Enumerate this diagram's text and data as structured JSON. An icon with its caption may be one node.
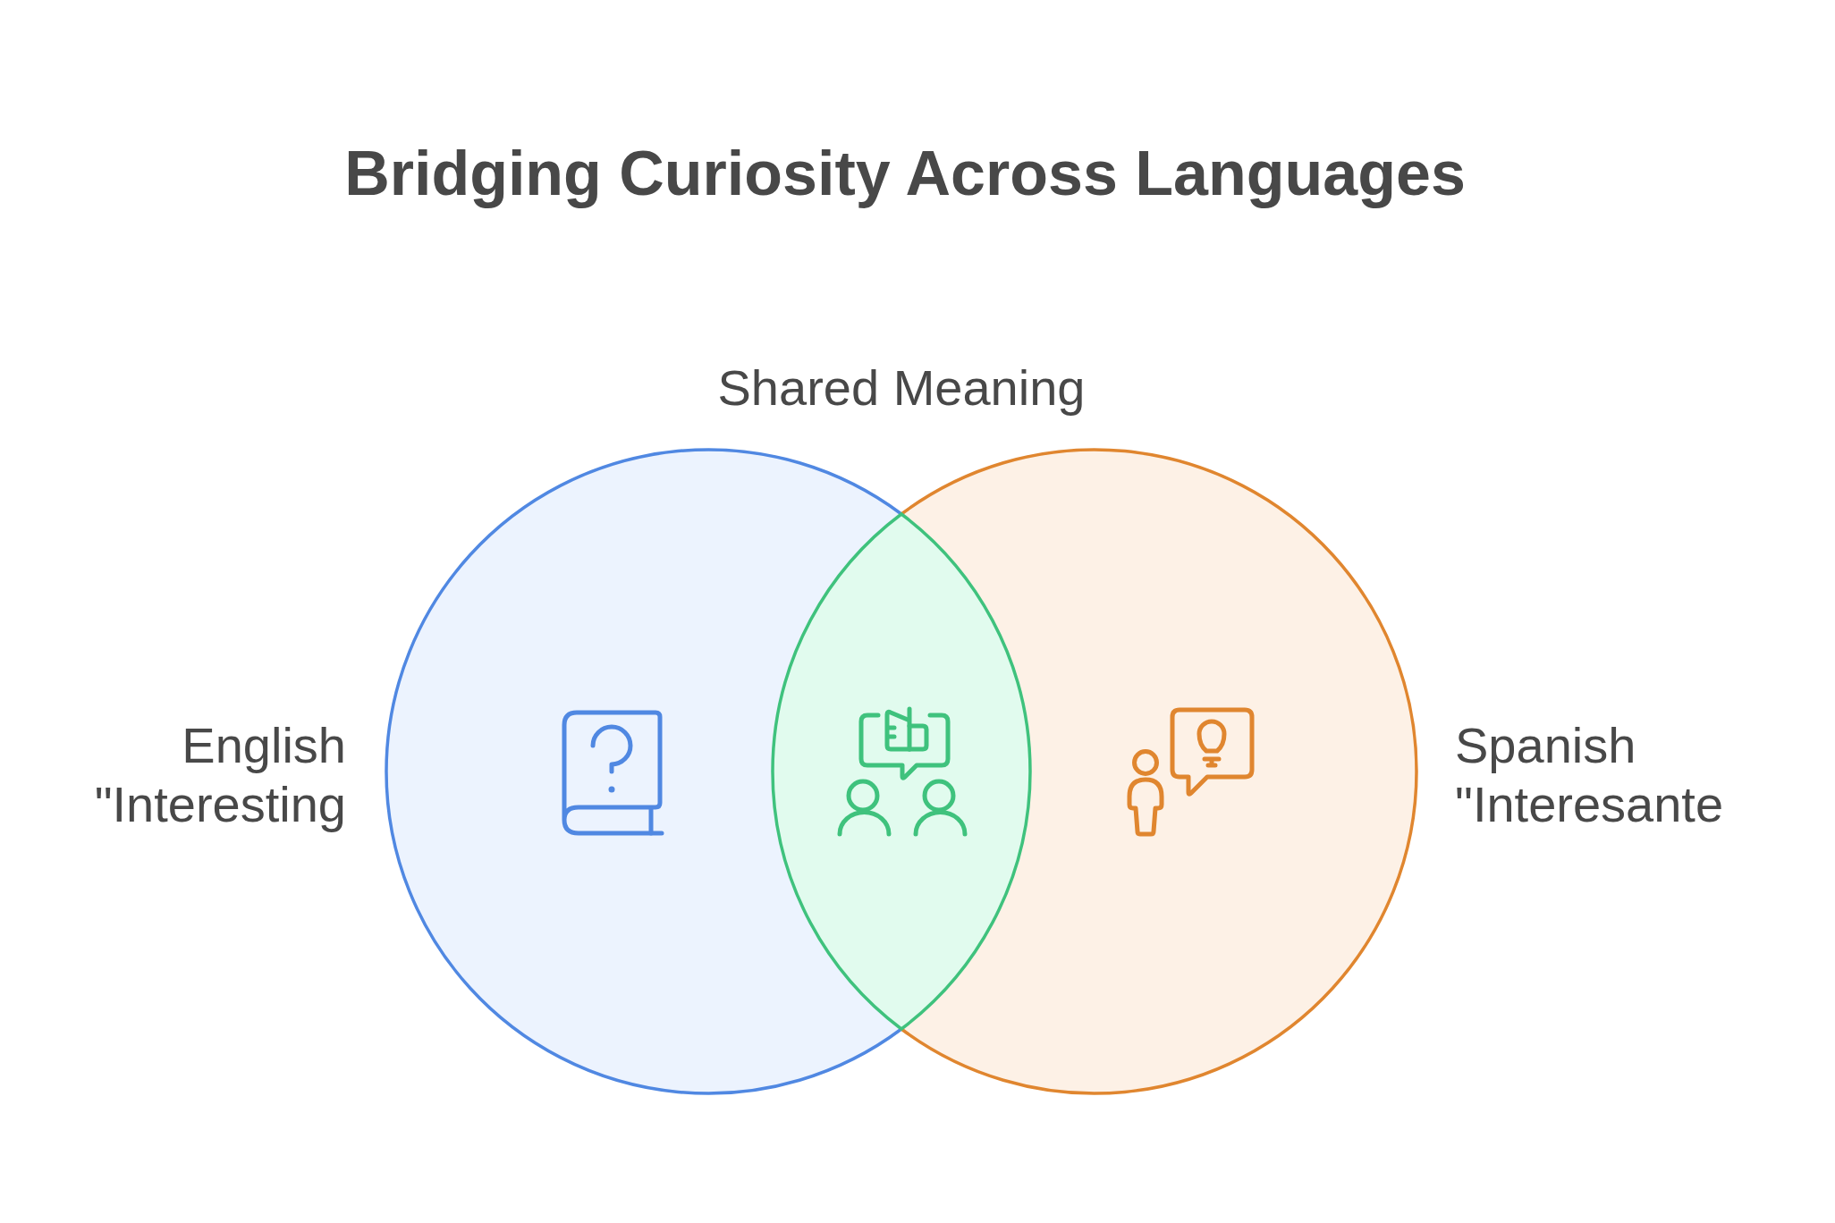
{
  "diagram": {
    "title": "Bridging Curiosity Across Languages",
    "nodes": [
      {
        "text": [],
        "shape": "circle",
        "beside": [
          "English \"Interesting"
        ]
      },
      {
        "text": [],
        "shape": "circle",
        "beside": [
          "Spanish \"Interesante"
        ]
      },
      {
        "text": [],
        "shape": "lens"
      }
    ],
    "labels": [
      "Shared Meaning"
    ]
  }
}
